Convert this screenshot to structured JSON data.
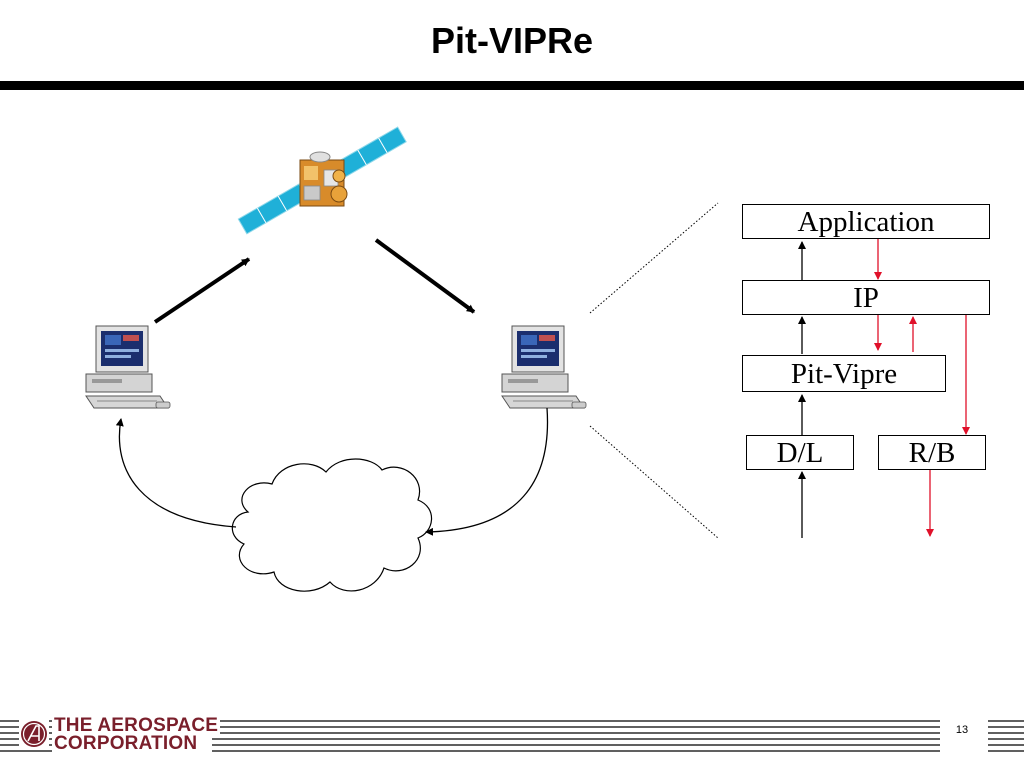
{
  "slide": {
    "title": "Pit-VIPRe",
    "page_number": "13"
  },
  "diagram": {
    "nodes": [
      "satellite",
      "sender-computer",
      "receiver-computer",
      "cloud"
    ],
    "stack": {
      "application": "Application",
      "ip": "IP",
      "pitvipre": "Pit-Vipre",
      "dl": "D/L",
      "rb": "R/B"
    }
  },
  "footer": {
    "logo_line1": "THE AEROSPACE",
    "logo_line2": "CORPORATION"
  },
  "colors": {
    "red_arrow": "#e0102a",
    "logo": "#7a1f2b",
    "panel": "#1fb0d8"
  }
}
